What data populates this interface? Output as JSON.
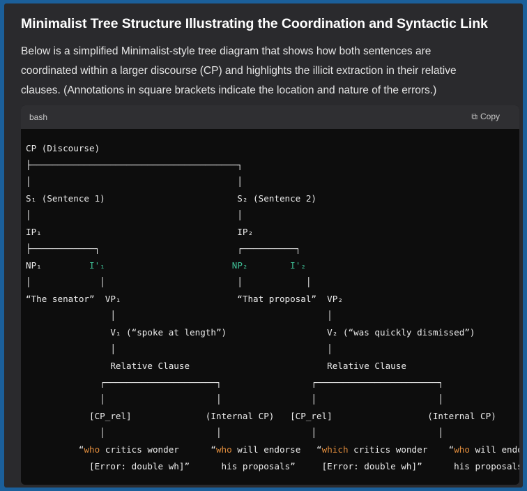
{
  "title": "Minimalist Tree Structure Illustrating the Coordination and Syntactic Link",
  "paragraph_lines": [
    "Below is a simplified Minimalist-style tree diagram that shows how both sentences are",
    "coordinated within a larger discourse (CP) and highlights the illicit extraction in their relative",
    "clauses. (Annotations in square brackets indicate the location and nature of the errors.)"
  ],
  "code_block": {
    "language": "bash",
    "copy_label": "Copy",
    "copy_icon": "copy-icon",
    "lines": [
      [
        {
          "t": "CP (Discourse)"
        }
      ],
      [
        {
          "t": "├───────────────────────────────────────┐"
        }
      ],
      [
        {
          "t": "│                                       │"
        }
      ],
      [
        {
          "t": "S₁ (Sentence 1)                         S₂ (Sentence 2)"
        }
      ],
      [
        {
          "t": "│                                       │"
        }
      ],
      [
        {
          "t": "IP₁                                     IP₂"
        }
      ],
      [
        {
          "t": "├────────────┐                          ┌──────────┐"
        }
      ],
      [
        {
          "t": "NP₁         "
        },
        {
          "t": "I'₁",
          "c": "green"
        },
        {
          "t": "                        "
        },
        {
          "t": "NP₂",
          "c": "green"
        },
        {
          "t": "        "
        },
        {
          "t": "I'₂",
          "c": "green"
        }
      ],
      [
        {
          "t": "│             │                         │            │"
        }
      ],
      [
        {
          "t": "“The senator”  VP₁                      “That proposal”  VP₂"
        }
      ],
      [
        {
          "t": "                │                                        │"
        }
      ],
      [
        {
          "t": "                V₁ (“spoke at length”)                   V₂ (“was quickly dismissed”)"
        }
      ],
      [
        {
          "t": "                │                                        │"
        }
      ],
      [
        {
          "t": "                Relative Clause                          Relative Clause"
        }
      ],
      [
        {
          "t": "              ┌─────────────────────┐                 ┌───────────────────────┐"
        }
      ],
      [
        {
          "t": "              │                     │                 │                       │"
        }
      ],
      [
        {
          "t": "            [CP_rel]              (Internal CP)   [CP_rel]                  (Internal CP)"
        }
      ],
      [
        {
          "t": "              │                     │                 │                       │"
        }
      ],
      [
        {
          "t": "          “"
        },
        {
          "t": "who",
          "c": "orange"
        },
        {
          "t": " critics wonder      “"
        },
        {
          "t": "who",
          "c": "orange"
        },
        {
          "t": " will endorse   “"
        },
        {
          "t": "which",
          "c": "orange"
        },
        {
          "t": " critics wonder    “"
        },
        {
          "t": "who",
          "c": "orange"
        },
        {
          "t": " will endorse"
        }
      ],
      [
        {
          "t": "            [Error: double wh]”      his proposals”     [Error: double wh]”      his proposals”"
        }
      ]
    ]
  }
}
